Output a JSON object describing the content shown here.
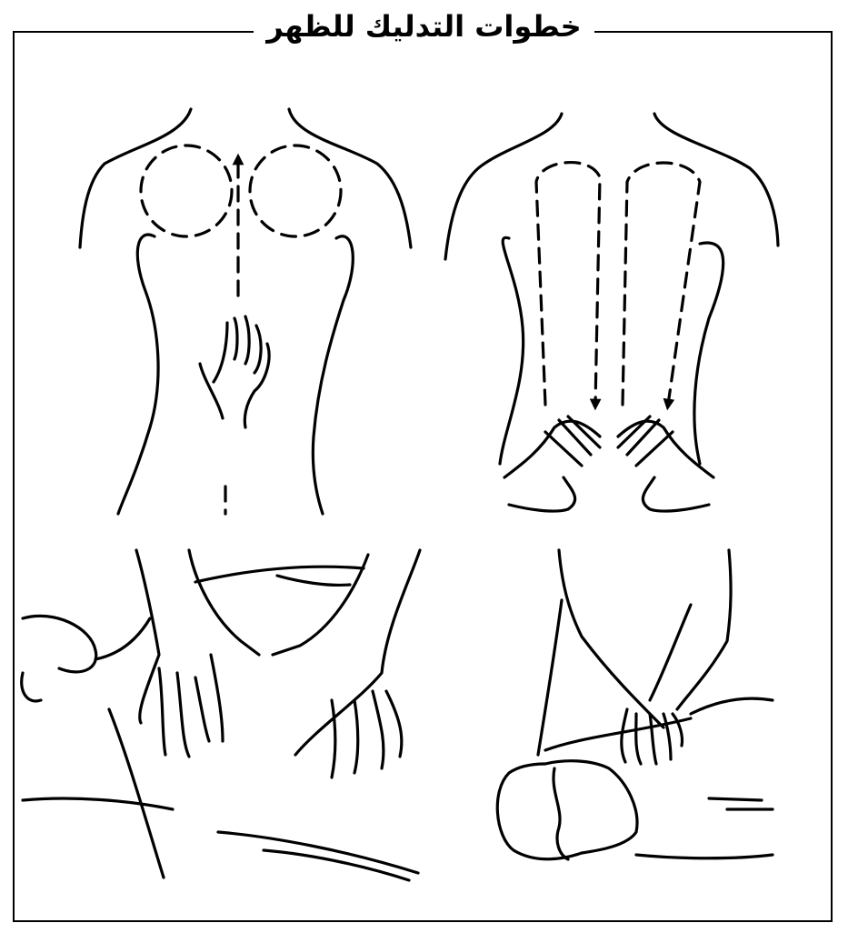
{
  "figure": {
    "title": "خطوات التدليك للظهر",
    "line_color": "#000000",
    "background": "#ffffff",
    "panels": [
      {
        "id": "top-left",
        "depicts": "front torso circular strokes with hand"
      },
      {
        "id": "top-right",
        "depicts": "back vertical strokes with two hands"
      },
      {
        "id": "bottom-left",
        "depicts": "hands kneading upper back"
      },
      {
        "id": "bottom-right",
        "depicts": "crossed hands on lying person"
      }
    ]
  }
}
